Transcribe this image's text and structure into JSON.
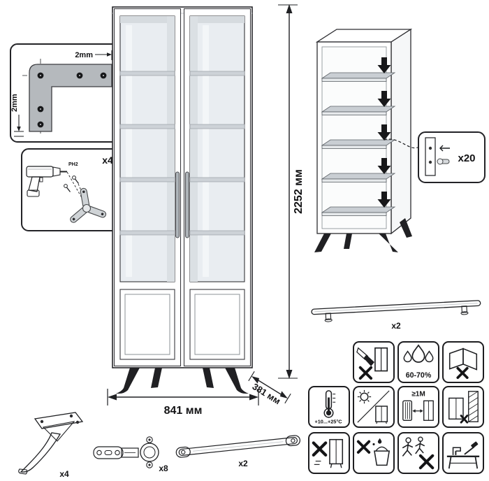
{
  "colors": {
    "ink": "#1f2023",
    "bracket_gray": "#b5b9bd",
    "glass": "#e9edf1",
    "shelf": "#cdd2d7"
  },
  "dims": {
    "height": "2252 мм",
    "width": "841 мм",
    "depth": "381 мм"
  },
  "bracket": {
    "dim_top": "2mm",
    "dim_side": "2mm"
  },
  "drill": {
    "count": "x4",
    "bit": "PH2"
  },
  "pins": {
    "count": "x20"
  },
  "rail": {
    "count": "x2"
  },
  "parts": {
    "leg": "x4",
    "hinge": "x8",
    "strap": "x2"
  },
  "care": {
    "humidity": "60-70%",
    "temperature": "+10...+25°C",
    "distance": "≥1M"
  }
}
